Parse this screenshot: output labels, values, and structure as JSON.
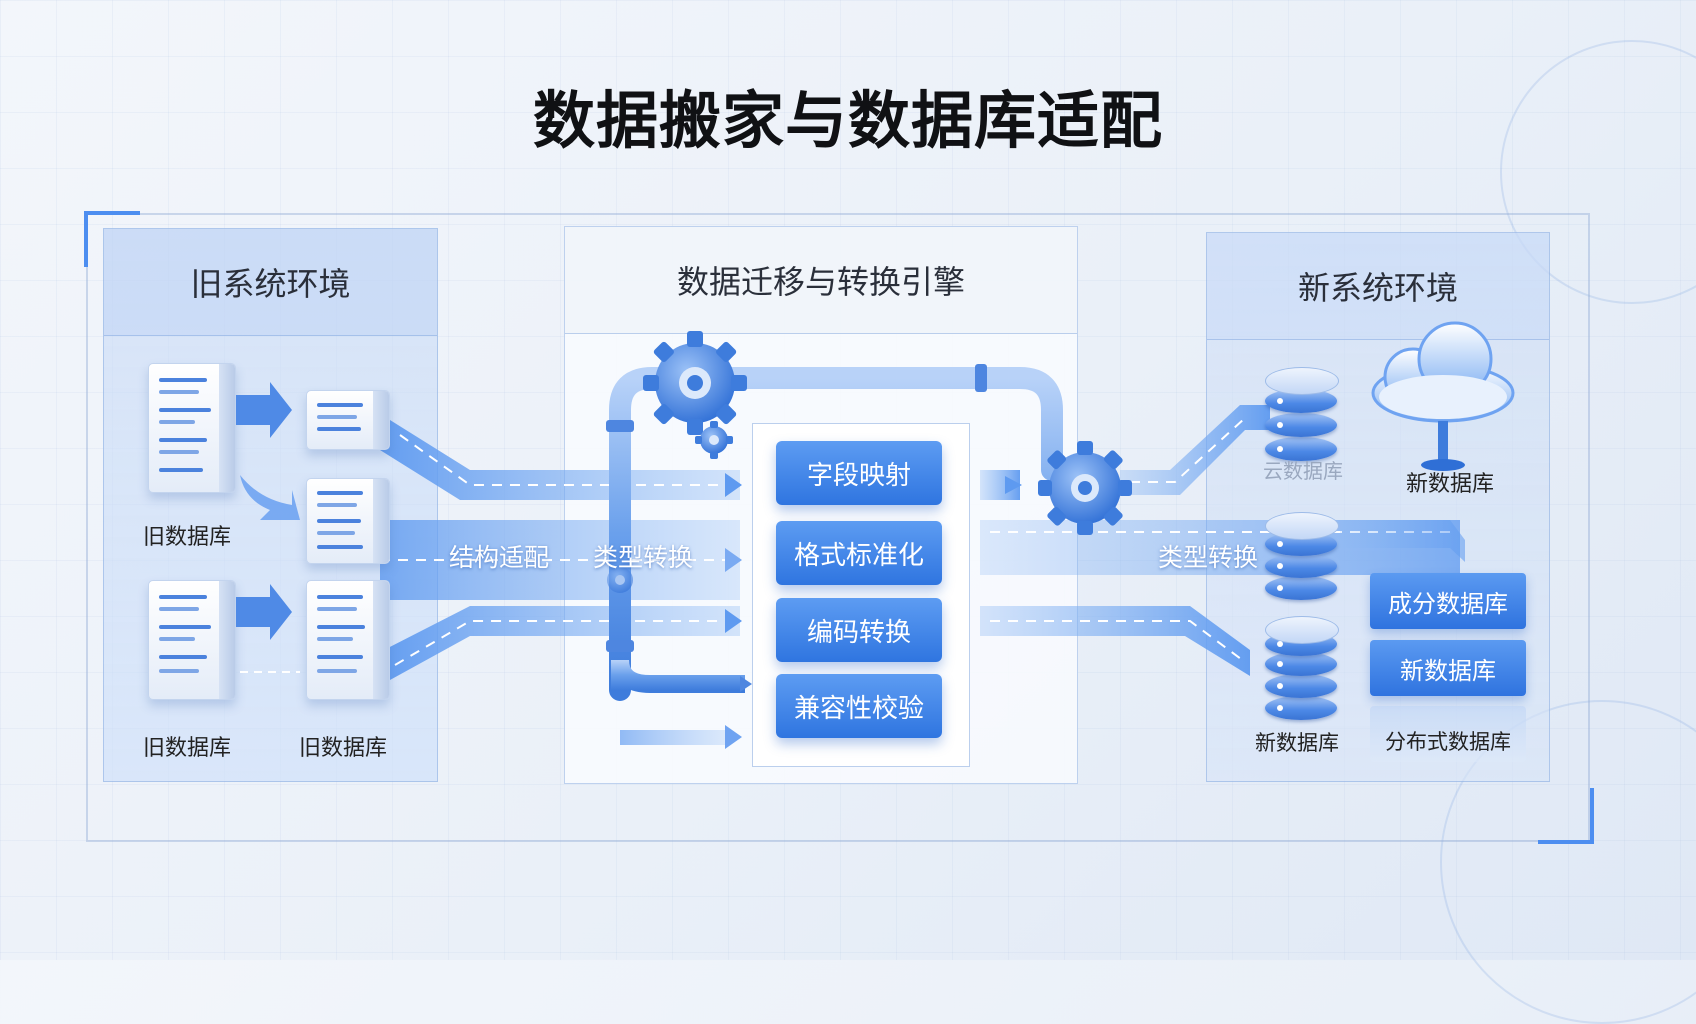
{
  "title": "数据搬家与数据库适配",
  "panels": {
    "legacy": {
      "header": "旧系统环境",
      "db_labels": [
        "旧数据库",
        "旧数据库",
        "旧数据库"
      ]
    },
    "engine": {
      "header": "数据迁移与转换引擎",
      "steps": [
        "字段映射",
        "格式标准化",
        "编码转换",
        "兼容性校验"
      ],
      "flow_labels": [
        "结构适配",
        "类型转换"
      ]
    },
    "target": {
      "header": "新系统环境",
      "labels": {
        "cloud_db": "云数据库",
        "new_db_top": "新数据库",
        "new_db_bottom": "新数据库",
        "distributed_db": "分布式数据库",
        "flow_type": "类型转换"
      },
      "db_buttons": [
        "成分数据库",
        "新数据库"
      ]
    }
  },
  "colors": {
    "accent": "#2f75e0",
    "accent_light": "#5d9cf2",
    "title": "#101114"
  },
  "icons": [
    "gear-icon",
    "cloud-icon",
    "server-icon",
    "database-icon",
    "pipe-icon",
    "arrow-right-icon"
  ]
}
